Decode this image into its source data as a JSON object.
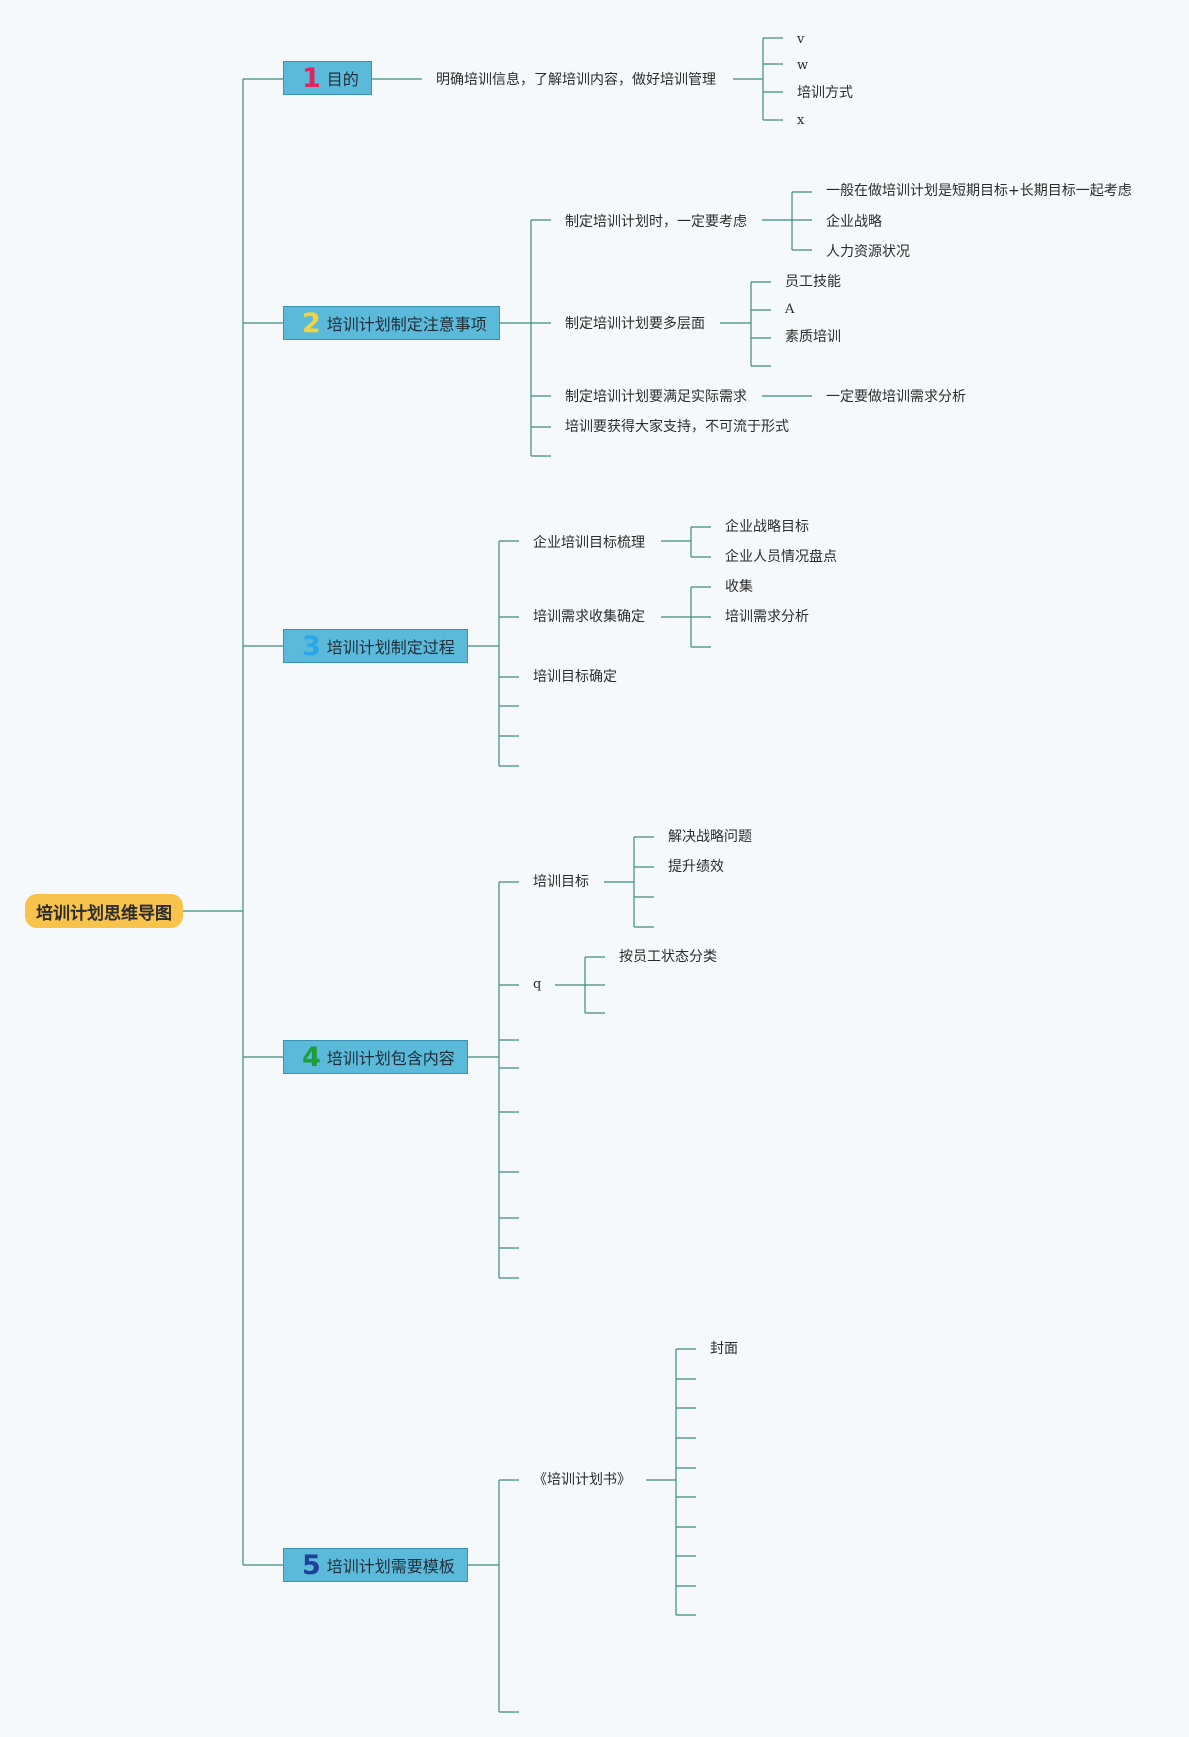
{
  "root": {
    "label": "培训计划思维导图"
  },
  "branches": [
    {
      "num": "1",
      "num_color": "#e0245e",
      "label": "目的",
      "child": "明确培训信息，了解培训内容，做好培训管理",
      "leaves": [
        "v",
        "w",
        "培训方式",
        "x"
      ]
    },
    {
      "num": "2",
      "num_color": "#f4d23c",
      "label": "培训计划制定注意事项",
      "items": [
        {
          "label": "制定培训计划时，一定要考虑",
          "leaves": [
            "一般在做培训计划是短期目标+长期目标一起考虑",
            "企业战略",
            "人力资源状况"
          ]
        },
        {
          "label": "制定培训计划要多层面",
          "leaves": [
            "员工技能",
            "A",
            "素质培训"
          ]
        },
        {
          "label": "制定培训计划要满足实际需求",
          "leaves": [
            "一定要做培训需求分析"
          ]
        },
        {
          "label": "培训要获得大家支持，不可流于形式"
        }
      ]
    },
    {
      "num": "3",
      "num_color": "#2aa7e8",
      "label": "培训计划制定过程",
      "items": [
        {
          "label": "企业培训目标梳理",
          "leaves": [
            "企业战略目标",
            "企业人员情况盘点"
          ]
        },
        {
          "label": "培训需求收集确定",
          "leaves": [
            "收集",
            "培训需求分析"
          ]
        },
        {
          "label": "培训目标确定"
        }
      ]
    },
    {
      "num": "4",
      "num_color": "#1e9e3a",
      "label": "培训计划包含内容",
      "items": [
        {
          "label": "培训目标",
          "leaves": [
            "解决战略问题",
            "提升绩效"
          ]
        },
        {
          "label": "q",
          "leaves": [
            "按员工状态分类"
          ]
        }
      ]
    },
    {
      "num": "5",
      "num_color": "#1f3f99",
      "label": "培训计划需要模板",
      "items": [
        {
          "label": "《培训计划书》",
          "leaves": [
            "封面"
          ]
        }
      ]
    }
  ],
  "colors": {
    "line": "#3f8b7f",
    "topic": "#5bbad9",
    "root": "#f7c34a"
  }
}
